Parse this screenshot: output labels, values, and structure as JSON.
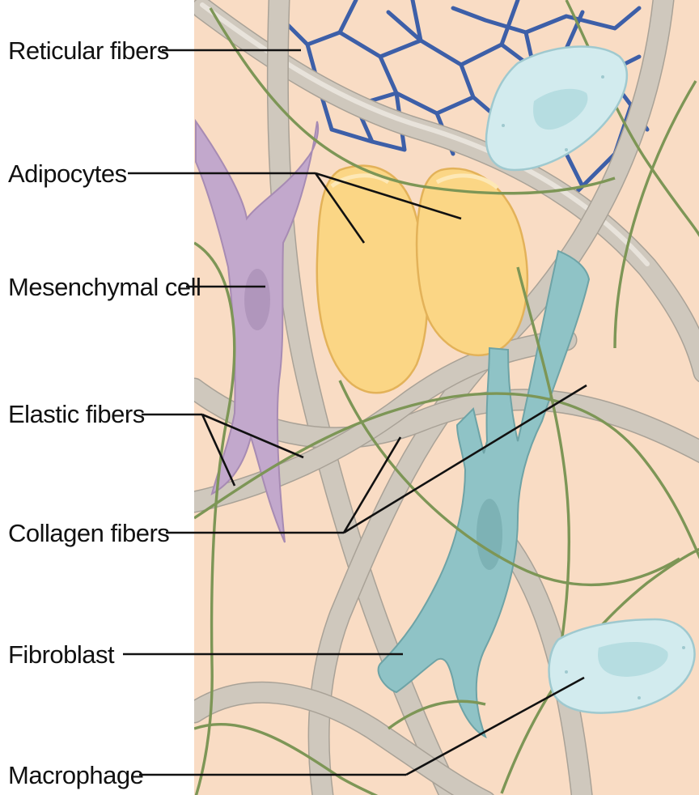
{
  "labels": {
    "reticular": "Reticular fibers",
    "adipocytes": "Adipocytes",
    "mesenchymal": "Mesenchymal cell",
    "elastic": "Elastic fibers",
    "collagen": "Collagen fibers",
    "fibroblast": "Fibroblast",
    "macrophage": "Macrophage"
  },
  "colors": {
    "background": "#f9dcc4",
    "collagen": "#cfc8bd",
    "elastic": "#7d9656",
    "reticular": "#3d5fa8",
    "adipocyte": "#fbd685",
    "mesenchymal": "#c2a8cc",
    "fibroblast": "#8fc3c6",
    "macrophage": "#d2ebee"
  }
}
